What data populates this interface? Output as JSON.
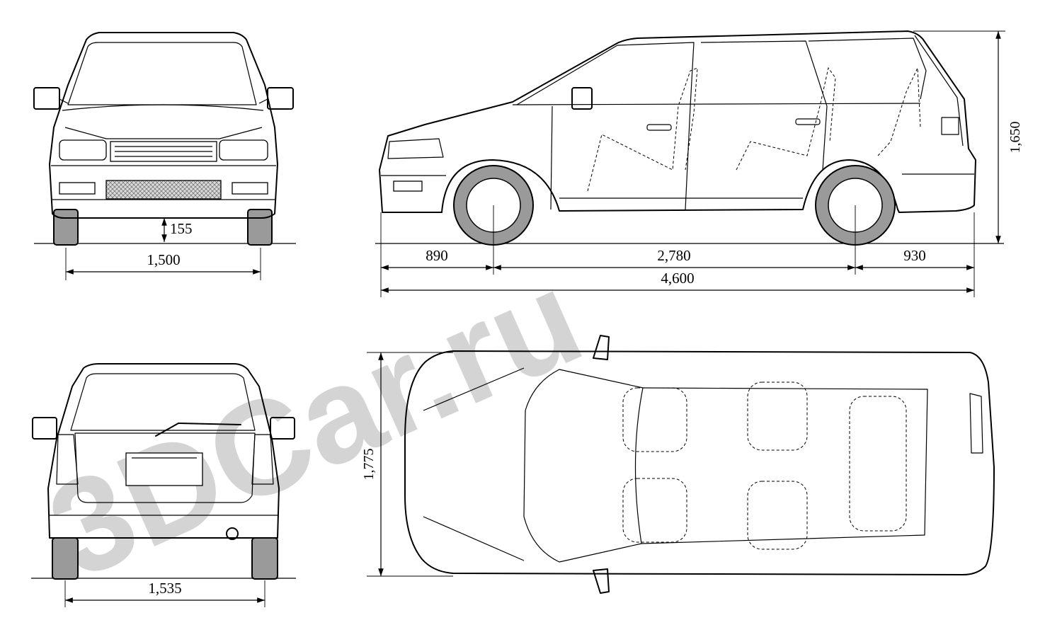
{
  "watermark": {
    "text": "3DCar.ru",
    "color": "#c9c9c9"
  },
  "front_view": {
    "ground_clearance": "155",
    "track_width": "1,500"
  },
  "side_view": {
    "front_overhang": "890",
    "wheelbase": "2,780",
    "rear_overhang": "930",
    "overall_length": "4,600",
    "overall_height": "1,650"
  },
  "rear_view": {
    "track_width": "1,535"
  },
  "top_view": {
    "overall_width": "1,775"
  },
  "colors": {
    "line": "#000000",
    "tire": "#9a9a9a",
    "background": "#ffffff"
  }
}
